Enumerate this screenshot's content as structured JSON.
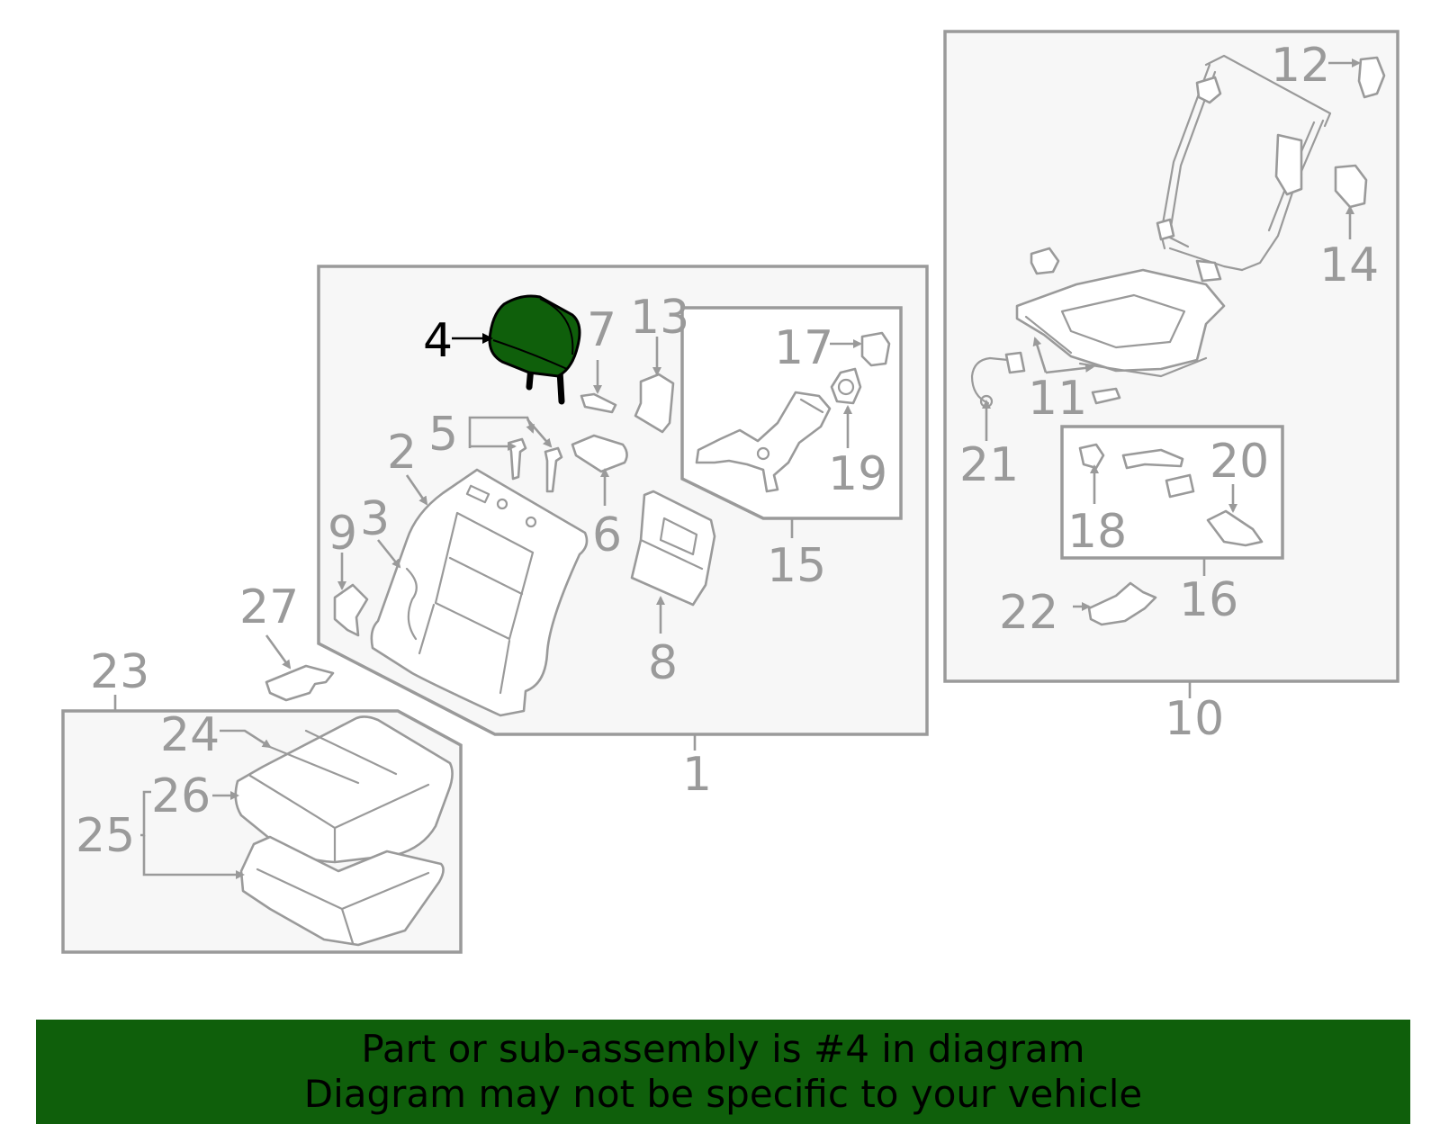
{
  "diagram": {
    "highlight_part": "4",
    "colors": {
      "highlight": "#0f5f0b",
      "line": "#9a9a9a",
      "panel": "#f7f7f7",
      "banner": "#0f5f0b",
      "text_highlight": "#000000"
    },
    "callouts": {
      "c1": "1",
      "c2": "2",
      "c3": "3",
      "c4": "4",
      "c5": "5",
      "c6": "6",
      "c7": "7",
      "c8": "8",
      "c9": "9",
      "c10": "10",
      "c11": "11",
      "c12": "12",
      "c13": "13",
      "c14": "14",
      "c15": "15",
      "c16": "16",
      "c17": "17",
      "c18": "18",
      "c19": "19",
      "c20": "20",
      "c21": "21",
      "c22": "22",
      "c23": "23",
      "c24": "24",
      "c25": "25",
      "c26": "26",
      "c27": "27"
    }
  },
  "banner": {
    "line1": "Part or sub-assembly is #4 in diagram",
    "line2": "Diagram may not be specific to your vehicle"
  }
}
